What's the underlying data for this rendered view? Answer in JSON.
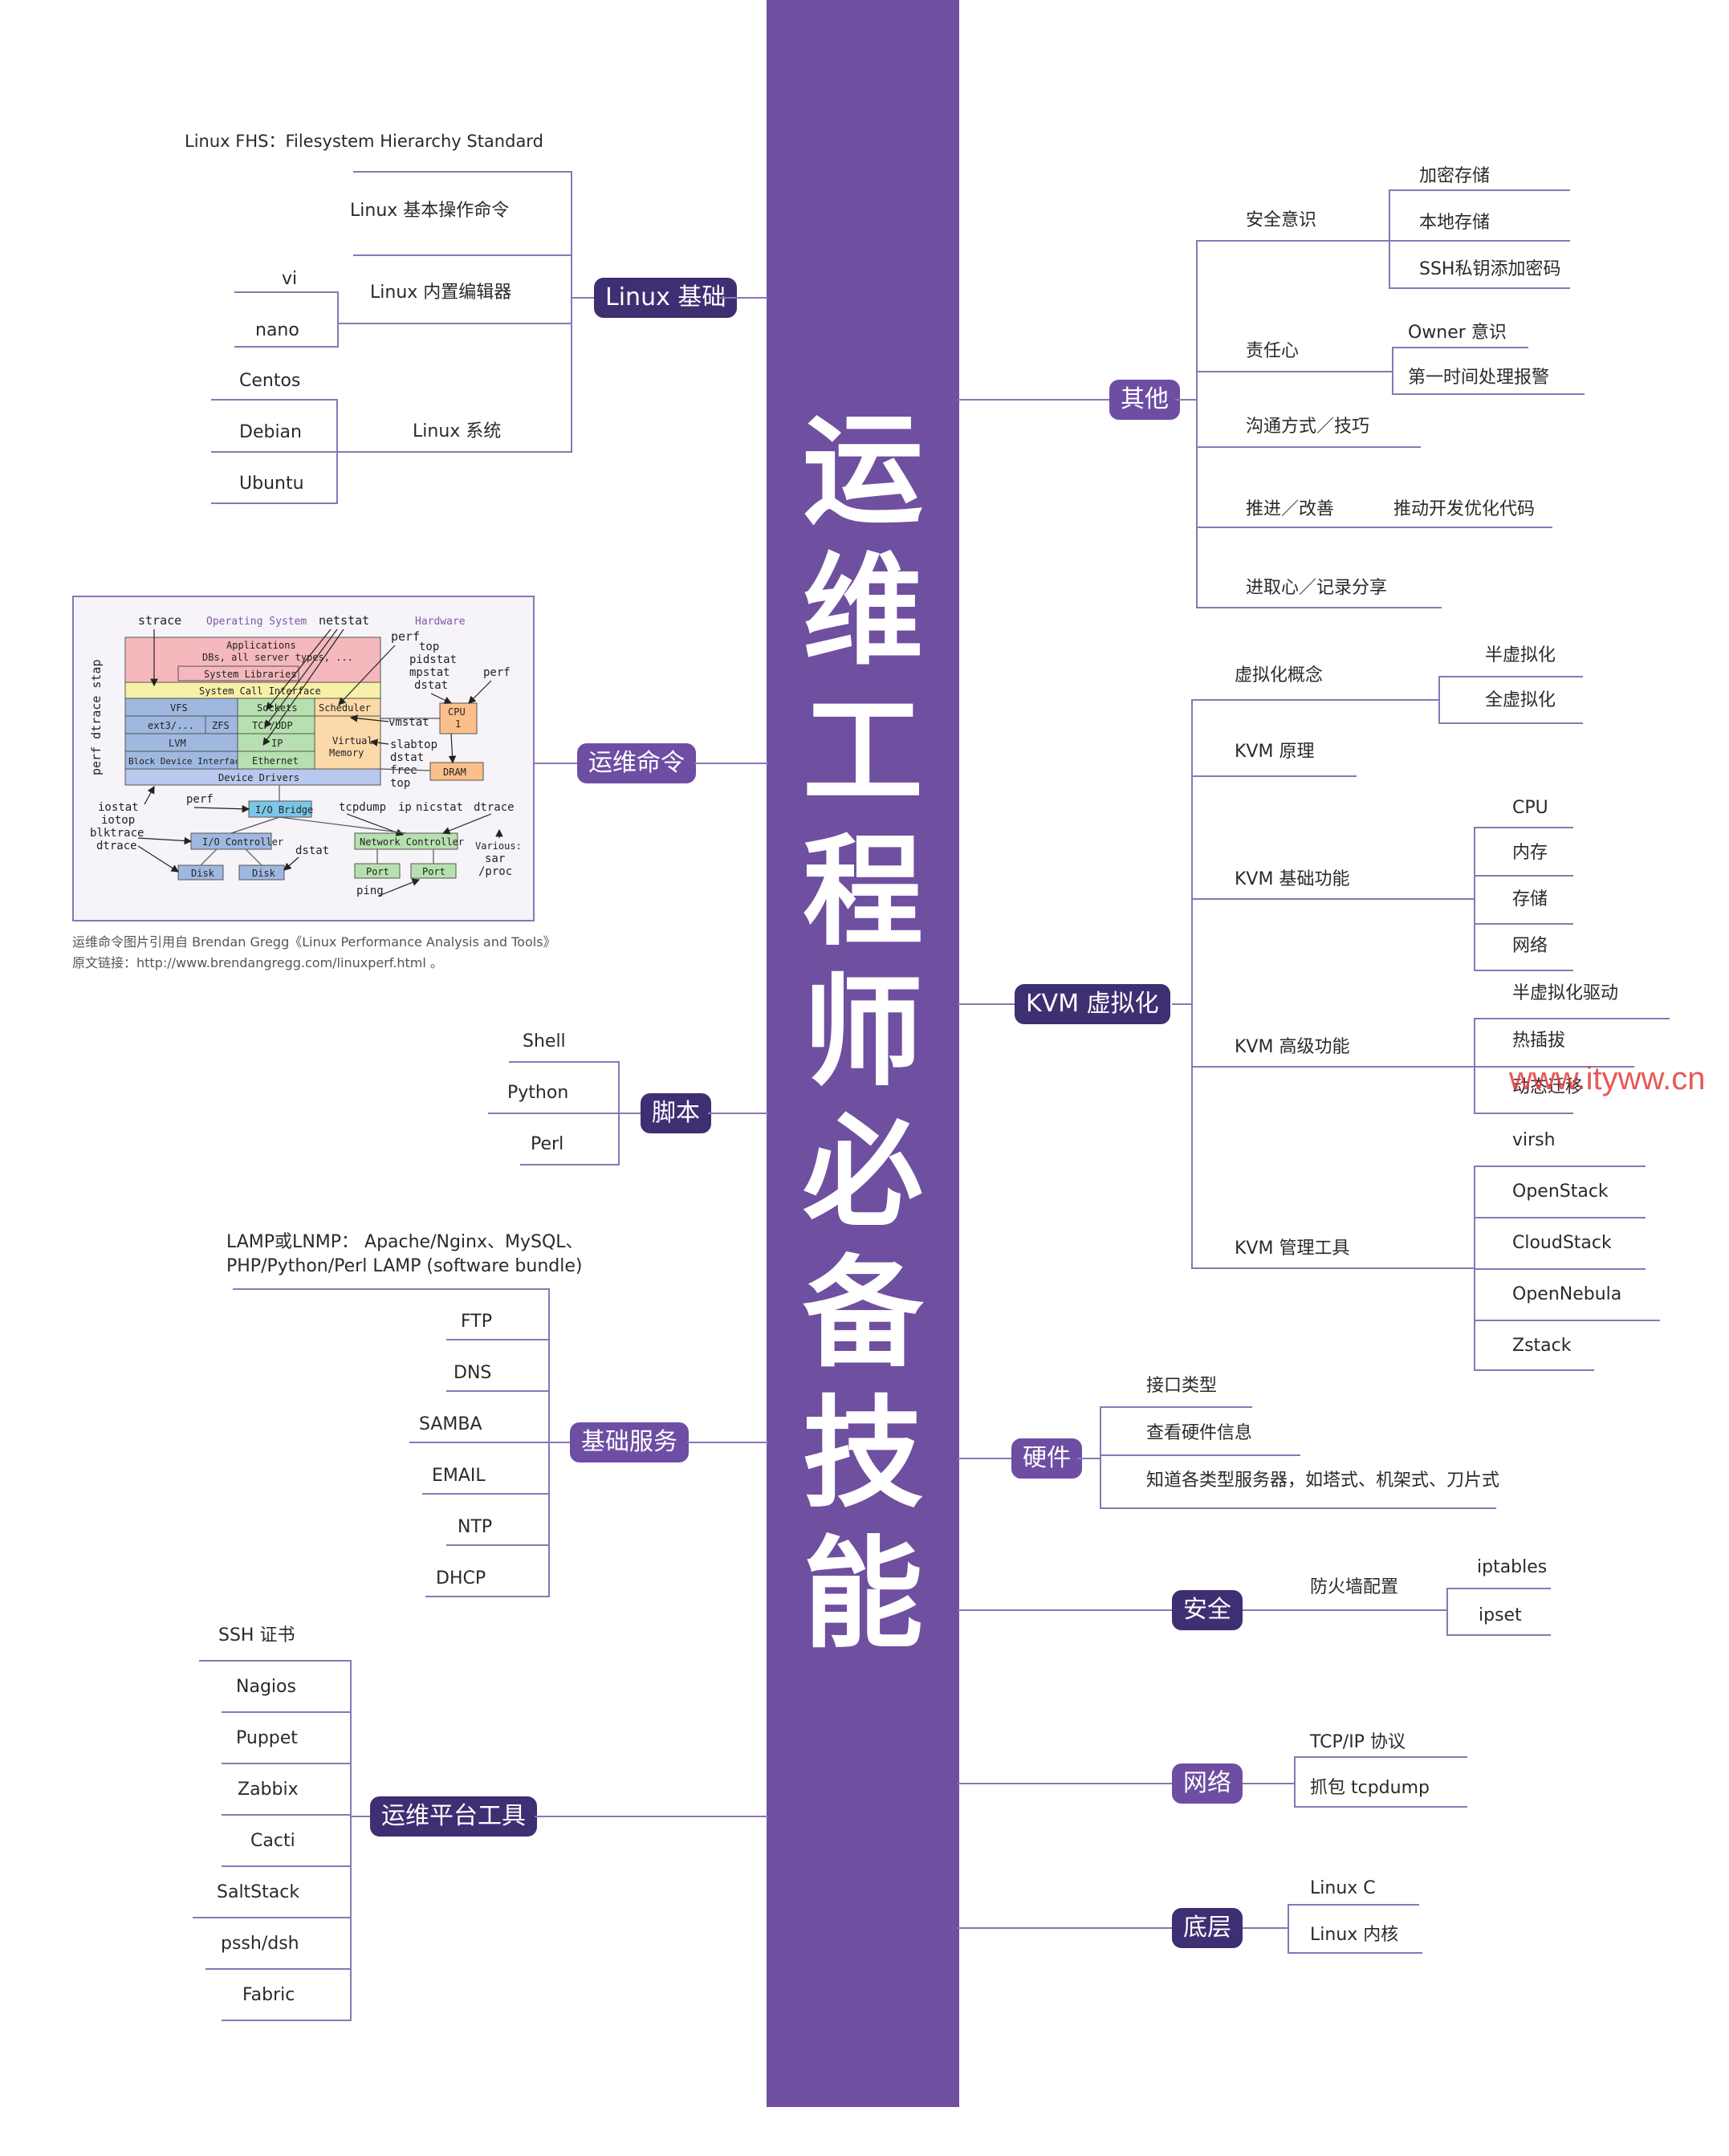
{
  "title": "运维工程师必备技能",
  "left": {
    "linux": {
      "label": "Linux 基础",
      "fhs": "Linux FHS：Filesystem Hierarchy Standard",
      "basic_cmd": "Linux 基本操作命令",
      "editor": "Linux 内置编辑器",
      "editors": [
        "vi",
        "nano"
      ],
      "system": "Linux 系统",
      "systems": [
        "Centos",
        "Debian",
        "Ubuntu"
      ]
    },
    "ops_cmd": {
      "label": "运维命令",
      "caption1": "运维命令图片引用自 Brendan Gregg《Linux Performance Analysis and Tools》",
      "caption2": "原文链接：http://www.brendangregg.com/linuxperf.html 。",
      "diagram": {
        "operating_system": "Operating System",
        "hardware": "Hardware",
        "applications": "Applications",
        "dbs": "DBs, all server types, ...",
        "system_libraries": "System Libraries",
        "syscall": "System Call Interface",
        "vfs": "VFS",
        "sockets": "Sockets",
        "scheduler": "Scheduler",
        "ext3": "ext3/...",
        "zfs": "ZFS",
        "tcpudp": "TCP/UDP",
        "lvm": "LVM",
        "ip": "IP",
        "virtual": "Virtual",
        "memory": "Memory",
        "block": "Block Device Interface",
        "ethernet": "Ethernet",
        "device_drivers": "Device Drivers",
        "cpu": "CPU",
        "cpu_n": "1",
        "dram": "DRAM",
        "io_bridge": "I/O Bridge",
        "io_controller": "I/O Controller",
        "network_controller": "Network Controller",
        "disk": "Disk",
        "port": "Port",
        "strace": "strace",
        "netstat": "netstat",
        "perf": "perf",
        "perf_dtrace_stap": "perf dtrace stap",
        "top": "top",
        "pidstat": "pidstat",
        "mpstat": "mpstat",
        "dstat": "dstat",
        "vmstat": "vmstat",
        "slabtop": "slabtop",
        "free": "free",
        "iostat": "iostat",
        "iotop": "iotop",
        "blktrace": "blktrace",
        "dtrace": "dtrace",
        "tcpdump": "tcpdump",
        "ip_cmd": "ip",
        "nicstat": "nicstat",
        "ping": "ping",
        "various": "Various:",
        "sar": "sar",
        "proc": "/proc"
      }
    },
    "script": {
      "label": "脚本",
      "items": [
        "Shell",
        "Python",
        "Perl"
      ]
    },
    "services": {
      "label": "基础服务",
      "lamp1": "LAMP或LNMP： Apache/Nginx、MySQL、",
      "lamp2": "PHP/Python/Perl LAMP (software bundle)",
      "items": [
        "FTP",
        "DNS",
        "SAMBA",
        "EMAIL",
        "NTP",
        "DHCP"
      ]
    },
    "platform": {
      "label": "运维平台工具",
      "items": [
        "SSH 证书",
        "Nagios",
        "Puppet",
        "Zabbix",
        "Cacti",
        "SaltStack",
        "pssh/dsh",
        "Fabric"
      ]
    }
  },
  "right": {
    "other": {
      "label": "其他",
      "security": "安全意识",
      "security_items": [
        "加密存储",
        "本地存储",
        "SSH私钥添加密码"
      ],
      "duty": "责任心",
      "duty_items": [
        "Owner 意识",
        "第一时间处理报警"
      ],
      "communicate": "沟通方式／技巧",
      "improve": "推进／改善",
      "improve_item": "推动开发优化代码",
      "progress": "进取心／记录分享"
    },
    "kvm": {
      "label": "KVM 虚拟化",
      "concept": "虚拟化概念",
      "concept_items": [
        "半虚拟化",
        "全虚拟化"
      ],
      "principle": "KVM 原理",
      "basic": "KVM 基础功能",
      "basic_items": [
        "CPU",
        "内存",
        "存储",
        "网络"
      ],
      "advanced": "KVM 高级功能",
      "advanced_items": [
        "半虚拟化驱动",
        "热插拔",
        "动态迁移"
      ],
      "tools": "KVM 管理工具",
      "tools_items": [
        "virsh",
        "OpenStack",
        "CloudStack",
        "OpenNebula",
        "Zstack"
      ]
    },
    "hardware": {
      "label": "硬件",
      "items": [
        "接口类型",
        "查看硬件信息",
        "知道各类型服务器，如塔式、机架式、刀片式"
      ]
    },
    "security": {
      "label": "安全",
      "firewall": "防火墙配置",
      "items": [
        "iptables",
        "ipset"
      ]
    },
    "network": {
      "label": "网络",
      "items": [
        "TCP/IP 协议",
        "抓包 tcpdump"
      ]
    },
    "low": {
      "label": "底层",
      "items": [
        "Linux C",
        "Linux 内核"
      ]
    }
  },
  "watermark": "www.ityww.cn"
}
